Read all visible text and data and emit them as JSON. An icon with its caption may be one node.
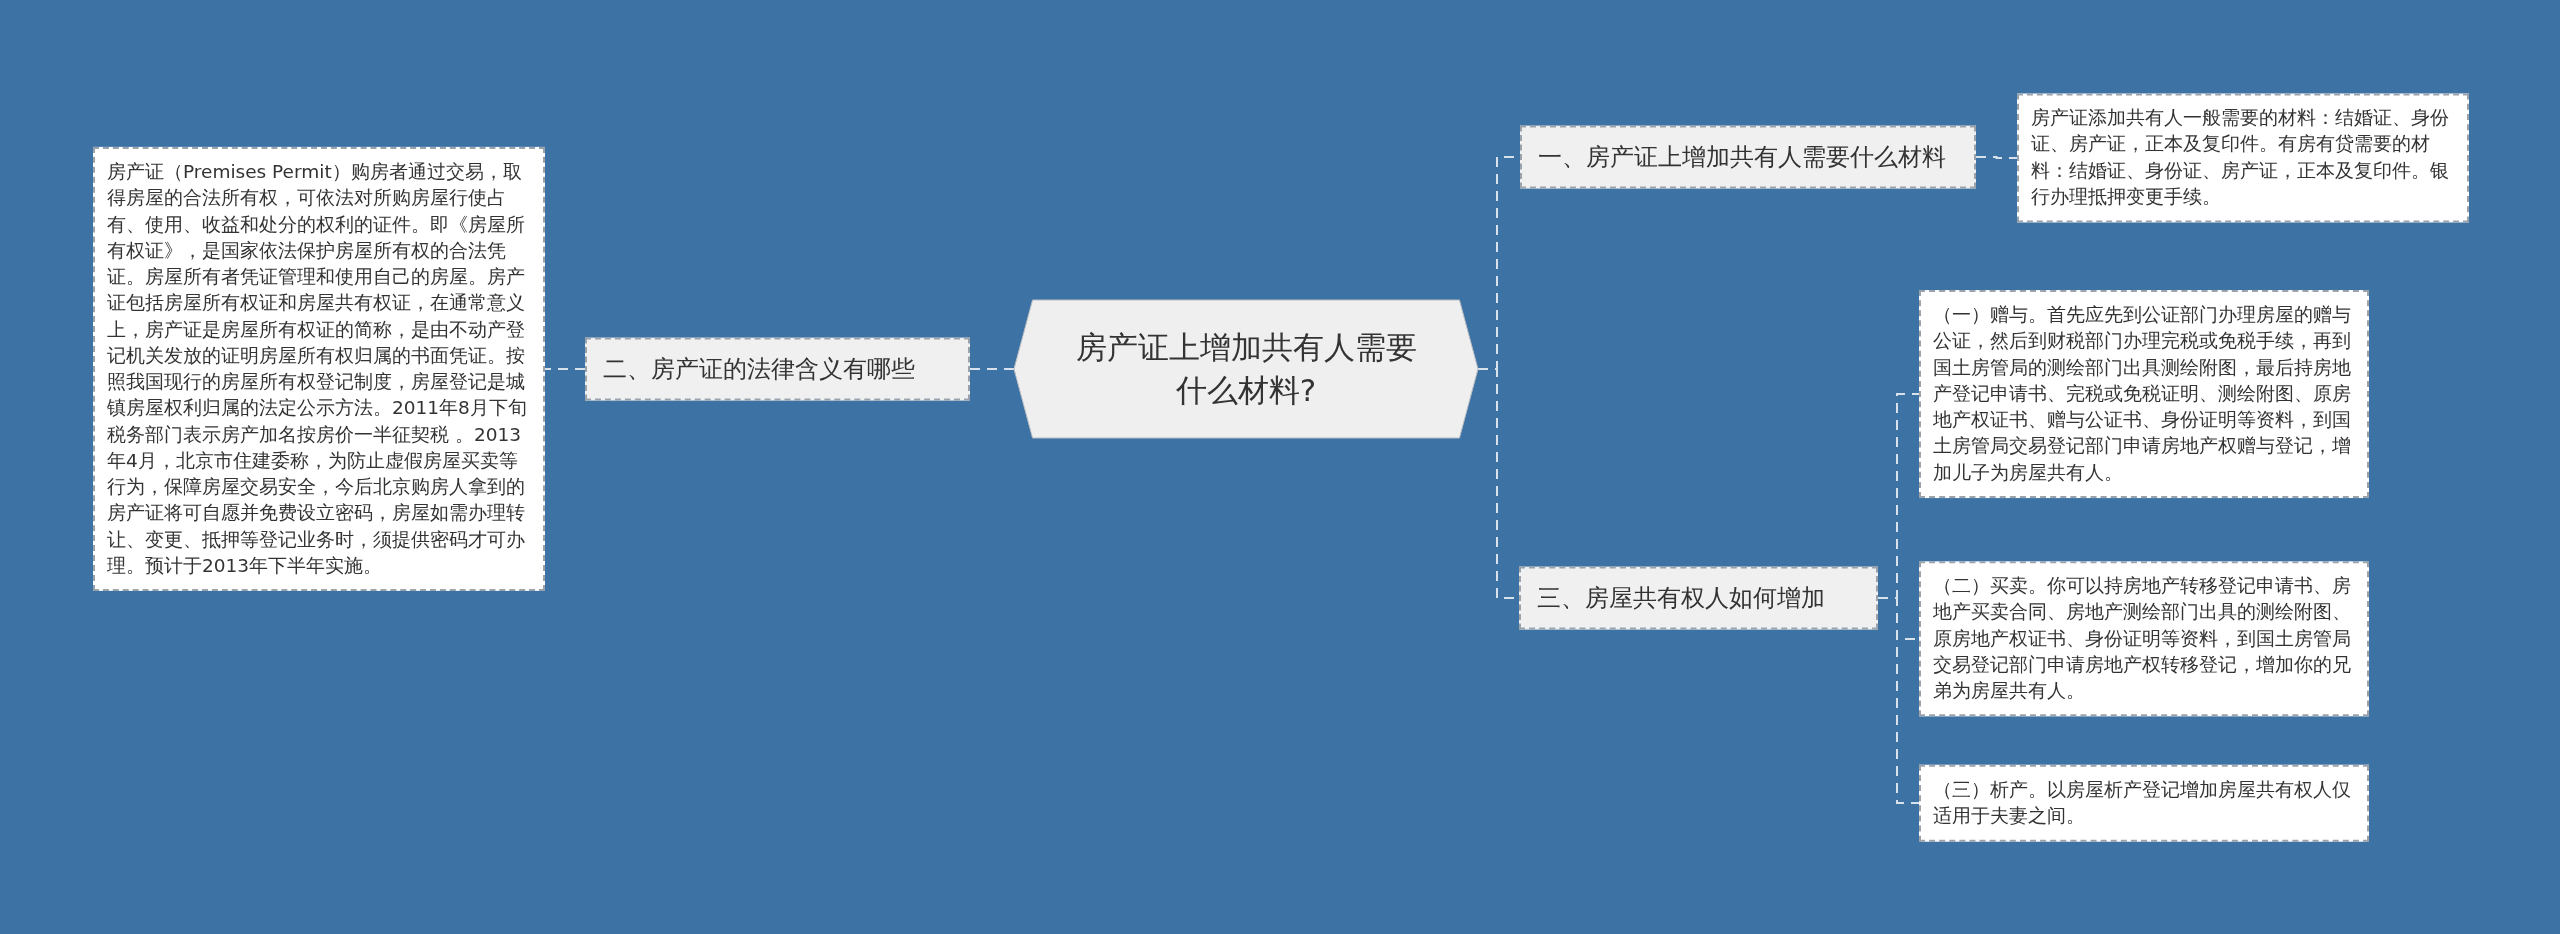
{
  "diagram": {
    "nodes": [
      {
        "text": [
          "房产证上增加共有人需要什么材料?"
        ]
      },
      {
        "text": [
          "二、房产证的法律含义有哪些"
        ]
      },
      {
        "text": [
          "房产证（Premises Permit）购房者通过交易，取得房屋的合法所有权，可依法对所购房屋行使占有、使用、收益和处分的权利的证件。即《房屋所有权证》，是国家依法保护房屋所有权的合法凭证。房屋所有者凭证管理和使用自己的房屋。房产证包括房屋所有权证和房屋共有权证，在通常意义上，房产证是房屋所有权证的简称，是由不动产登记机关发放的证明房屋所有权归属的书面凭证。按照我国现行的房屋所有权登记制度，房屋登记是城镇房屋权利归属的法定公示方法。2011年8月下旬税务部门表示房产加名按房价一半征契税 。2013年4月，北京市住建委称，为防止虚假房屋买卖等行为，保障房屋交易安全，今后北京购房人拿到的房产证将可自愿并免费设立密码，房屋如需办理转让、变更、抵押等登记业务时，须提供密码才可办理。预计于2013年下半年实施。"
        ]
      },
      {
        "text": [
          "一、房产证上增加共有人需要什么材料"
        ]
      },
      {
        "text": [
          "房产证添加共有人一般需要的材料：结婚证、身份证、房产证，正本及复印件。有房有贷需要的材料：结婚证、身份证、房产证，正本及复印件。银行办理抵押变更手续。"
        ]
      },
      {
        "text": [
          "三、房屋共有权人如何增加"
        ]
      },
      {
        "text": [
          "（一）赠与。首先应先到公证部门办理房屋的赠与公证，然后到财税部门办理完税或免税手续，再到国土房管局的测绘部门出具测绘附图，最后持房地产登记申请书、完税或免税证明、测绘附图、原房地产权证书、赠与公证书、身份证明等资料，到国土房管局交易登记部门申请房地产权赠与登记，增加儿子为房屋共有人。"
        ]
      },
      {
        "text": [
          "（二）买卖。你可以持房地产转移登记申请书、房地产买卖合同、房地产测绘部门出具的测绘附图、原房地产权证书、身份证明等资料，到国土房管局交易登记部门申请房地产权转移登记，增加你的兄弟为房屋共有人。"
        ]
      },
      {
        "text": [
          "（三）析产。以房屋析产登记增加房屋共有权人仅适用于夫妻之间。"
        ]
      }
    ],
    "edges": [
      {
        "from": 0,
        "to": 1,
        "arrow": "none",
        "style": "dashed"
      },
      {
        "from": 1,
        "to": 2,
        "arrow": "none",
        "style": "dashed"
      },
      {
        "from": 0,
        "to": 3,
        "arrow": "none",
        "style": "dashed"
      },
      {
        "from": 3,
        "to": 4,
        "arrow": "none",
        "style": "dashed"
      },
      {
        "from": 0,
        "to": 5,
        "arrow": "none",
        "style": "dashed"
      },
      {
        "from": 5,
        "to": 6,
        "arrow": "none",
        "style": "dashed"
      },
      {
        "from": 5,
        "to": 7,
        "arrow": "none",
        "style": "dashed"
      },
      {
        "from": 5,
        "to": 8,
        "arrow": "none",
        "style": "dashed"
      }
    ]
  }
}
